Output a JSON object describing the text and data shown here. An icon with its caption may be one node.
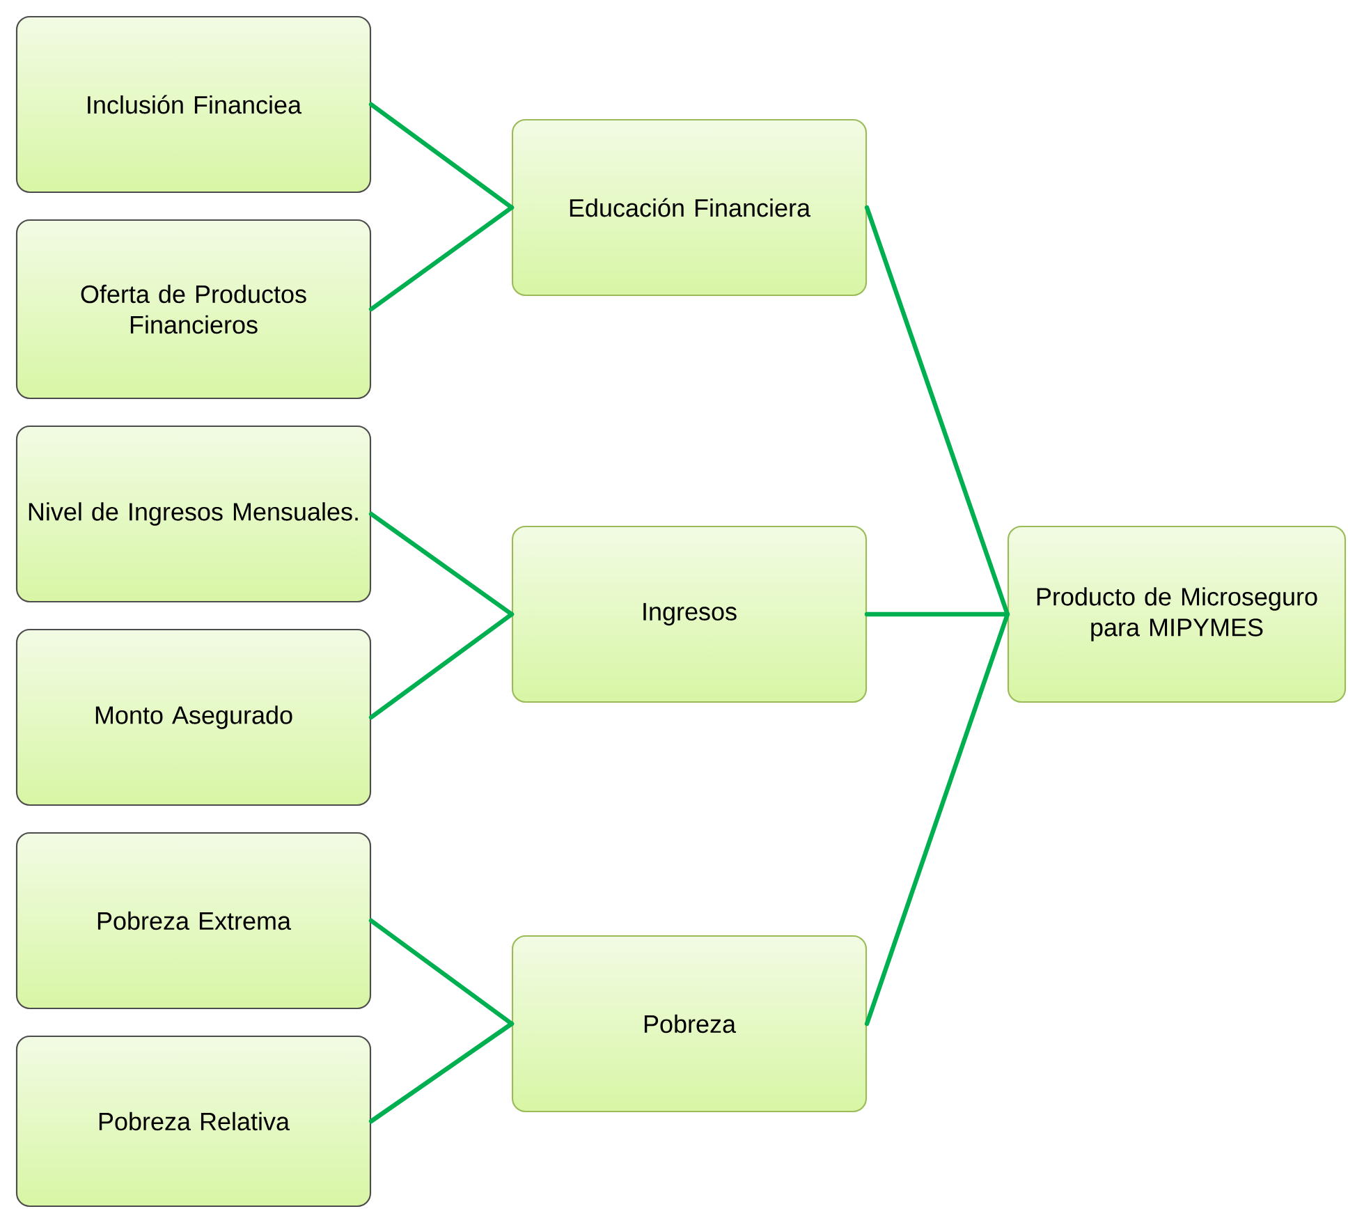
{
  "diagram": {
    "nodes": [
      {
        "text": [
          "Inclusión Financiea"
        ]
      },
      {
        "text": [
          "Oferta de Productos Financieros"
        ]
      },
      {
        "text": [
          "Educación Financiera"
        ]
      },
      {
        "text": [
          "Nivel de Ingresos Mensuales."
        ]
      },
      {
        "text": [
          "Monto Asegurado"
        ]
      },
      {
        "text": [
          "Ingresos"
        ]
      },
      {
        "text": [
          "Pobreza Extrema"
        ]
      },
      {
        "text": [
          "Pobreza Relativa"
        ]
      },
      {
        "text": [
          "Pobreza"
        ]
      },
      {
        "text": [
          "Producto de Microseguro para MIPYMES"
        ]
      }
    ],
    "edges": [
      {
        "from": 0,
        "to": 2,
        "arrow": "none"
      },
      {
        "from": 1,
        "to": 2,
        "arrow": "none"
      },
      {
        "from": 3,
        "to": 5,
        "arrow": "none"
      },
      {
        "from": 4,
        "to": 5,
        "arrow": "none"
      },
      {
        "from": 6,
        "to": 8,
        "arrow": "none"
      },
      {
        "from": 7,
        "to": 8,
        "arrow": "none"
      },
      {
        "from": 2,
        "to": 9,
        "arrow": "none"
      },
      {
        "from": 5,
        "to": 9,
        "arrow": "none"
      },
      {
        "from": 8,
        "to": 9,
        "arrow": "none"
      }
    ]
  }
}
